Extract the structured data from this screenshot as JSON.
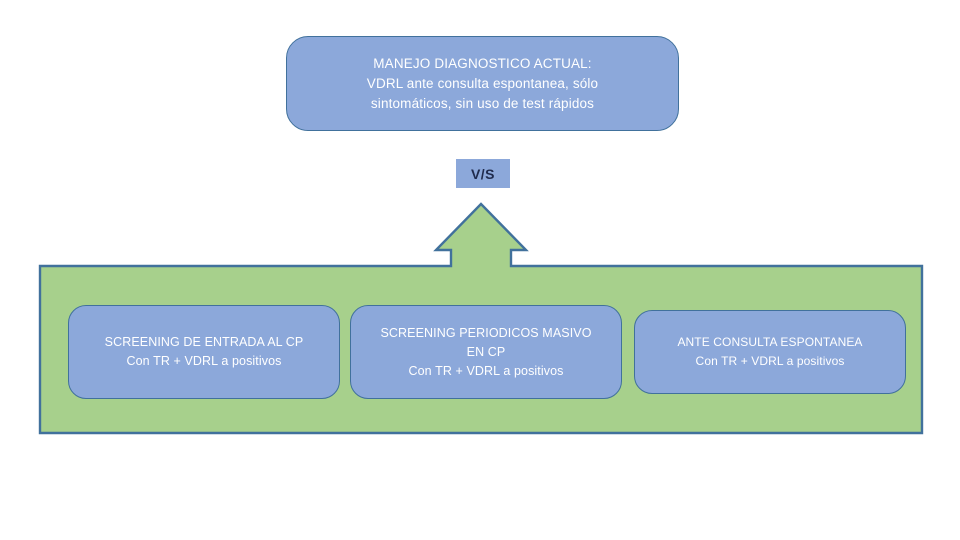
{
  "slide": {
    "title_box": {
      "lines": [
        "MANEJO DIAGNOSTICO ACTUAL:",
        "VDRL ante consulta espontanea, sólo",
        "sintomáticos, sin uso de test rápidos"
      ]
    },
    "comparator": {
      "label": "V/S"
    },
    "proposal_group": {
      "boxes": [
        {
          "id": "screening-entrada",
          "lines": [
            "SCREENING DE ENTRADA AL CP",
            "Con TR + VDRL a positivos"
          ]
        },
        {
          "id": "screening-periodicos",
          "lines": [
            "SCREENING PERIODICOS MASIVO",
            "EN CP",
            "Con TR + VDRL a positivos"
          ]
        },
        {
          "id": "ante-consulta",
          "lines": [
            "ANTE CONSULTA ESPONTANEA",
            "Con TR + VDRL a positivos"
          ]
        }
      ]
    },
    "colors": {
      "box_fill": "#8ca8da",
      "box_border": "#41719c",
      "group_fill": "#a7d08c",
      "group_border": "#41719c",
      "box_text": "#ffffff",
      "chip_text": "#1f2b4d",
      "background": "#ffffff"
    }
  }
}
